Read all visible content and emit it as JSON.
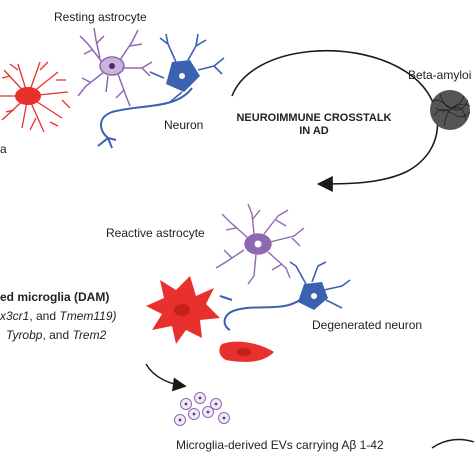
{
  "labels": {
    "resting_astrocyte": "Resting astrocyte",
    "neuron": "Neuron",
    "microglia_partial": "a",
    "beta_amyloid": "Beta-amyloi",
    "crosstalk_line1": "NEUROIMMUNE CROSSTALK",
    "crosstalk_line2": "IN AD",
    "reactive_astrocyte": "Reactive astrocyte",
    "dam_title": "ed microglia (DAM)",
    "dam_line2_a": "x3cr1",
    "dam_line2_b": ", and ",
    "dam_line2_c": "Tmem119)",
    "dam_line3_a": "Tyrobp",
    "dam_line3_b": ", and ",
    "dam_line3_c": "Trem2",
    "degenerated_neuron": "Degenerated neuron",
    "evs_label": "Microglia-derived EVs carrying Aβ 1-42"
  },
  "colors": {
    "microglia": "#e8302c",
    "astrocyte": "#8f68b4",
    "neuron": "#3b62b0",
    "arrow": "#1a1a1a"
  },
  "icons": [
    "microglia-cell",
    "astrocyte-cell",
    "neuron-cell",
    "amyloid-plaque",
    "extracellular-vesicle"
  ]
}
